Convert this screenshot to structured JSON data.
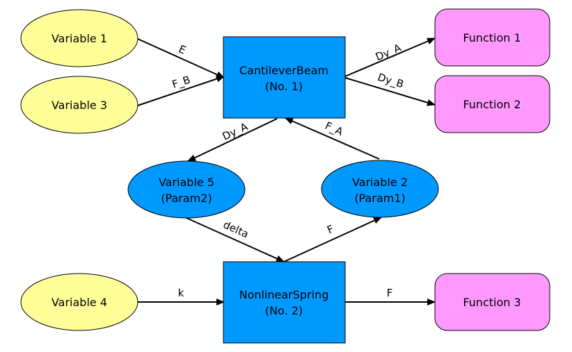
{
  "colors": {
    "input_variable_fill": "#ffff99",
    "parameter_variable_fill": "#0099ff",
    "model_fill": "#0099ff",
    "function_fill": "#ff99ff",
    "stroke": "#000000"
  },
  "nodes": {
    "variable_1": {
      "label": "Variable 1"
    },
    "variable_3": {
      "label": "Variable 3"
    },
    "variable_4": {
      "label": "Variable 4"
    },
    "variable_5": {
      "line1": "Variable 5",
      "line2": "(Param2)"
    },
    "variable_2": {
      "line1": "Variable 2",
      "line2": "(Param1)"
    },
    "cantilever_beam": {
      "line1": "CantileverBeam",
      "line2": "(No. 1)"
    },
    "nonlinear_spring": {
      "line1": "NonlinearSpring",
      "line2": "(No. 2)"
    },
    "function_1": {
      "label": "Function 1"
    },
    "function_2": {
      "label": "Function 2"
    },
    "function_3": {
      "label": "Function 3"
    }
  },
  "edges": {
    "v1_to_beam": "E",
    "v3_to_beam": "F_B",
    "beam_to_f1": "Dy_A",
    "beam_to_f2": "Dy_B",
    "beam_to_v5": "Dy_A",
    "v2_to_beam": "F_A",
    "v5_to_spring": "delta",
    "spring_to_v2": "F",
    "v4_to_spring": "k",
    "spring_to_f3": "F"
  }
}
